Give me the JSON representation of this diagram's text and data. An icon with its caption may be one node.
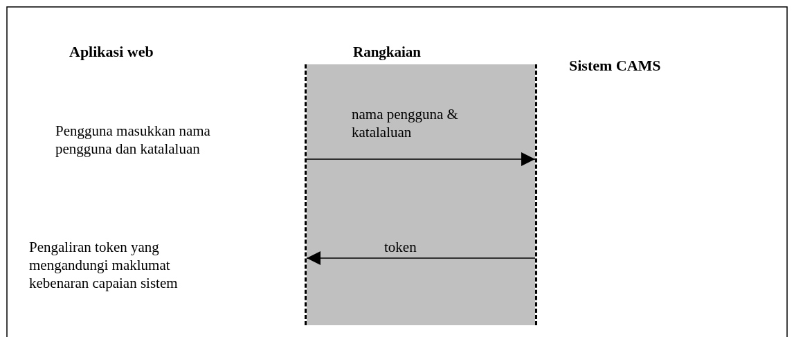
{
  "diagram": {
    "nodes": [
      {
        "text": [
          "Aplikasi web"
        ]
      },
      {
        "text": [
          "Sistem CAMS"
        ]
      }
    ],
    "edges": [
      {
        "from": 0,
        "to": 1,
        "arrow": "to",
        "label": "nama pengguna & katalaluan"
      },
      {
        "from": 1,
        "to": 0,
        "arrow": "to",
        "label": "token"
      }
    ],
    "labels": [
      "Rangkaian",
      "Pengguna masukkan nama pengguna dan katalaluan",
      "Pengaliran token yang mengandungi maklumat kebenaran capaian sistem"
    ]
  }
}
